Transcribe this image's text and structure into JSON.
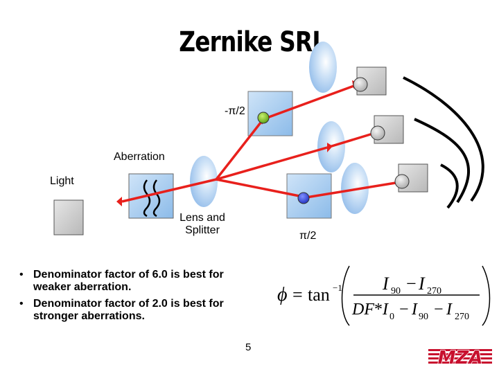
{
  "title": "Zernike SRI",
  "labels": {
    "minus_pi_2": "-π/2",
    "aberration": "Aberration",
    "light": "Light",
    "lens_splitter_line1": "Lens and",
    "lens_splitter_line2": "Splitter",
    "pi_2": "π/2"
  },
  "bullets": [
    {
      "marker": "•",
      "text": "Denominator factor of  6.0 is best for weaker aberration."
    },
    {
      "marker": "•",
      "text": "Denominator factor of  2.0 is best for stronger aberrations."
    }
  ],
  "formula": {
    "phi": "ϕ",
    "equals": "=",
    "tan": "tan",
    "inverse": "−1",
    "num_I1": "I",
    "num_sub1": "90",
    "num_minus": "−",
    "num_I2": "I",
    "num_sub2": "270",
    "den_DF": "DF",
    "den_star": "*",
    "den_I0": "I",
    "den_sub0": "0",
    "den_minus1": "−",
    "den_I90": "I",
    "den_sub90": "90",
    "den_minus2": "−",
    "den_I270": "I",
    "den_sub270": "270"
  },
  "page_number": "5",
  "logo_text": "MZA",
  "colors": {
    "ray": "#e8201c",
    "box_fill": "#c8c8c8",
    "splitter_fill": "#9ec8ef",
    "lens_fill": "#9ec8ef",
    "green_dot": "#7cc020",
    "blue_dot": "#3040d8",
    "detector_dot": "#c8c8c8"
  }
}
